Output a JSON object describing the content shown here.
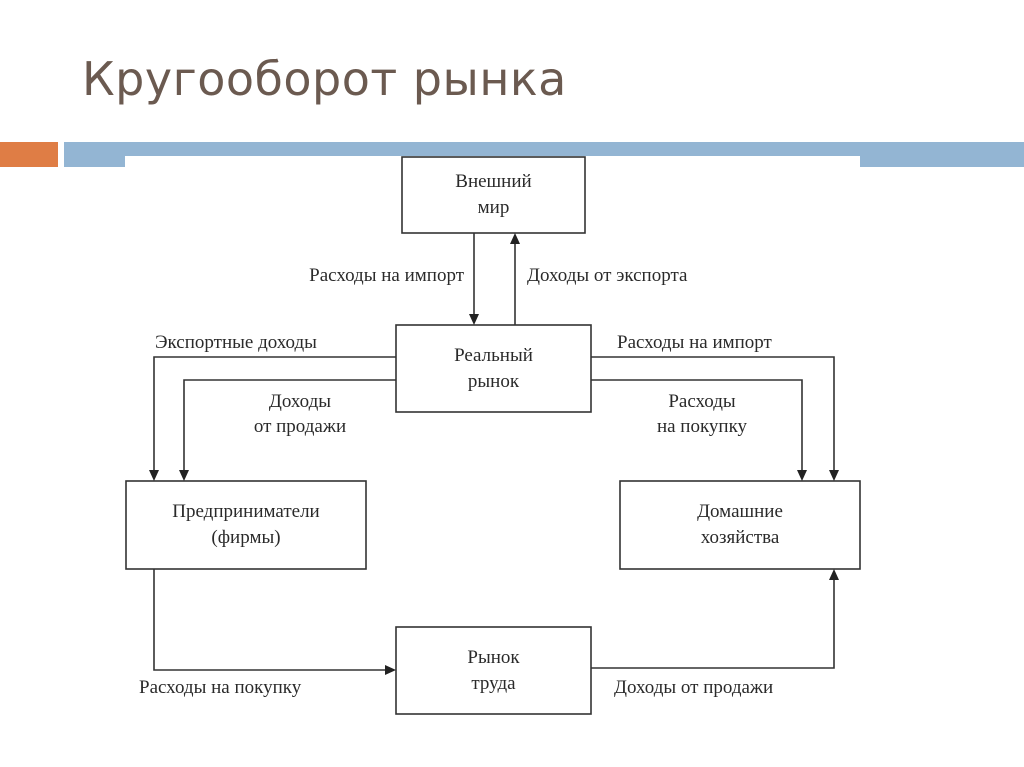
{
  "slide": {
    "title": "Кругооборот рынка",
    "accent_orange": "#df7d45",
    "accent_blue": "#93b5d3",
    "title_color": "#6b5a50"
  },
  "nodes": {
    "outside_world": {
      "line1": "Внешний",
      "line2": "мир"
    },
    "real_market": {
      "line1": "Реальный",
      "line2": "рынок"
    },
    "firms": {
      "line1": "Предприниматели",
      "line2": "(фирмы)"
    },
    "households": {
      "line1": "Домашние",
      "line2": "хозяйства"
    },
    "labor_market": {
      "line1": "Рынок",
      "line2": "труда"
    }
  },
  "flows": {
    "import_spending_top": "Расходы на импорт",
    "export_income_top": "Доходы от экспорта",
    "export_income_left": "Экспортные доходы",
    "sales_income_left": {
      "line1": "Доходы",
      "line2": "от продажи"
    },
    "import_spending_right": "Расходы на импорт",
    "purchase_spending_right": {
      "line1": "Расходы",
      "line2": "на покупку"
    },
    "purchase_spending_bottom": "Расходы на покупку",
    "sales_income_bottom": "Доходы от продажи"
  }
}
